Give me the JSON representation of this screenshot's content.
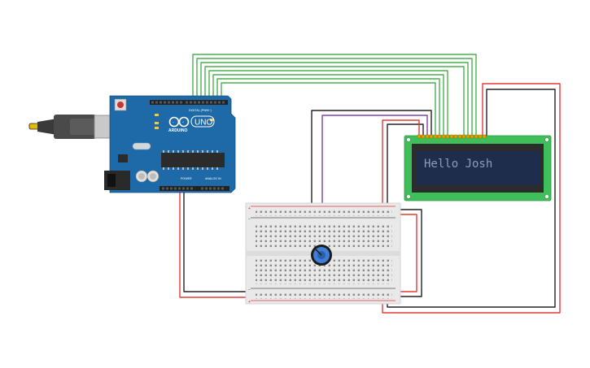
{
  "arduino": {
    "brand": "ARDUINO",
    "model": "UNO",
    "digital_label": "DIGITAL (PWM~)",
    "power_label": "POWER",
    "analog_label": "ANALOG IN"
  },
  "lcd": {
    "text": "Hello Josh"
  },
  "colors": {
    "wire_green": "#4caf50",
    "wire_red": "#e53935",
    "wire_black": "#222222",
    "wire_purple": "#7b3fb0",
    "board_blue": "#1e6aa8",
    "lcd_green": "#3fbf5a",
    "lcd_screen": "#1f2d4d"
  }
}
